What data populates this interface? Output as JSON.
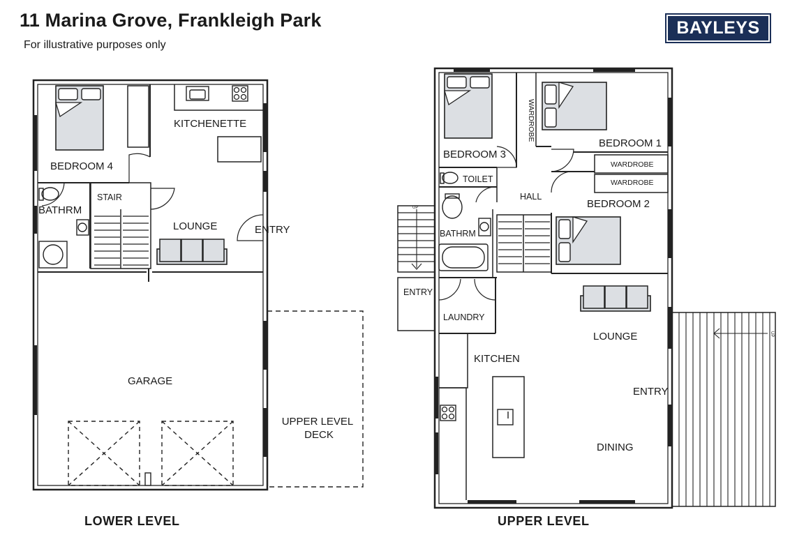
{
  "header": {
    "title": "11 Marina Grove, Frankleigh Park",
    "subtitle": "For illustrative purposes only",
    "logo_text": "BAYLEYS",
    "brand_color": "#1b2f57"
  },
  "lower_level": {
    "label": "LOWER LEVEL",
    "rooms": {
      "bedroom4": "BEDROOM 4",
      "kitchenette": "KITCHENETTE",
      "stair": "STAIR",
      "bathrm": "BATHRM",
      "lounge": "LOUNGE",
      "entry": "ENTRY",
      "garage": "GARAGE",
      "deck_line1": "UPPER LEVEL",
      "deck_line2": "DECK"
    }
  },
  "upper_level": {
    "label": "UPPER LEVEL",
    "rooms": {
      "bedroom3": "BEDROOM 3",
      "wardrobe_vertical": "WARDROBE",
      "bedroom1": "BEDROOM 1",
      "wardrobe1": "WARDROBE",
      "wardrobe2": "WARDROBE",
      "toilet": "TOILET",
      "hall": "HALL",
      "bedroom2": "BEDROOM 2",
      "bathrm": "BATHRM",
      "entry_left": "ENTRY",
      "laundry": "LAUNDRY",
      "lounge": "LOUNGE",
      "kitchen": "KITCHEN",
      "entry_right": "ENTRY",
      "dining": "DINING",
      "up_left": "UP",
      "up_right": "UP"
    }
  }
}
